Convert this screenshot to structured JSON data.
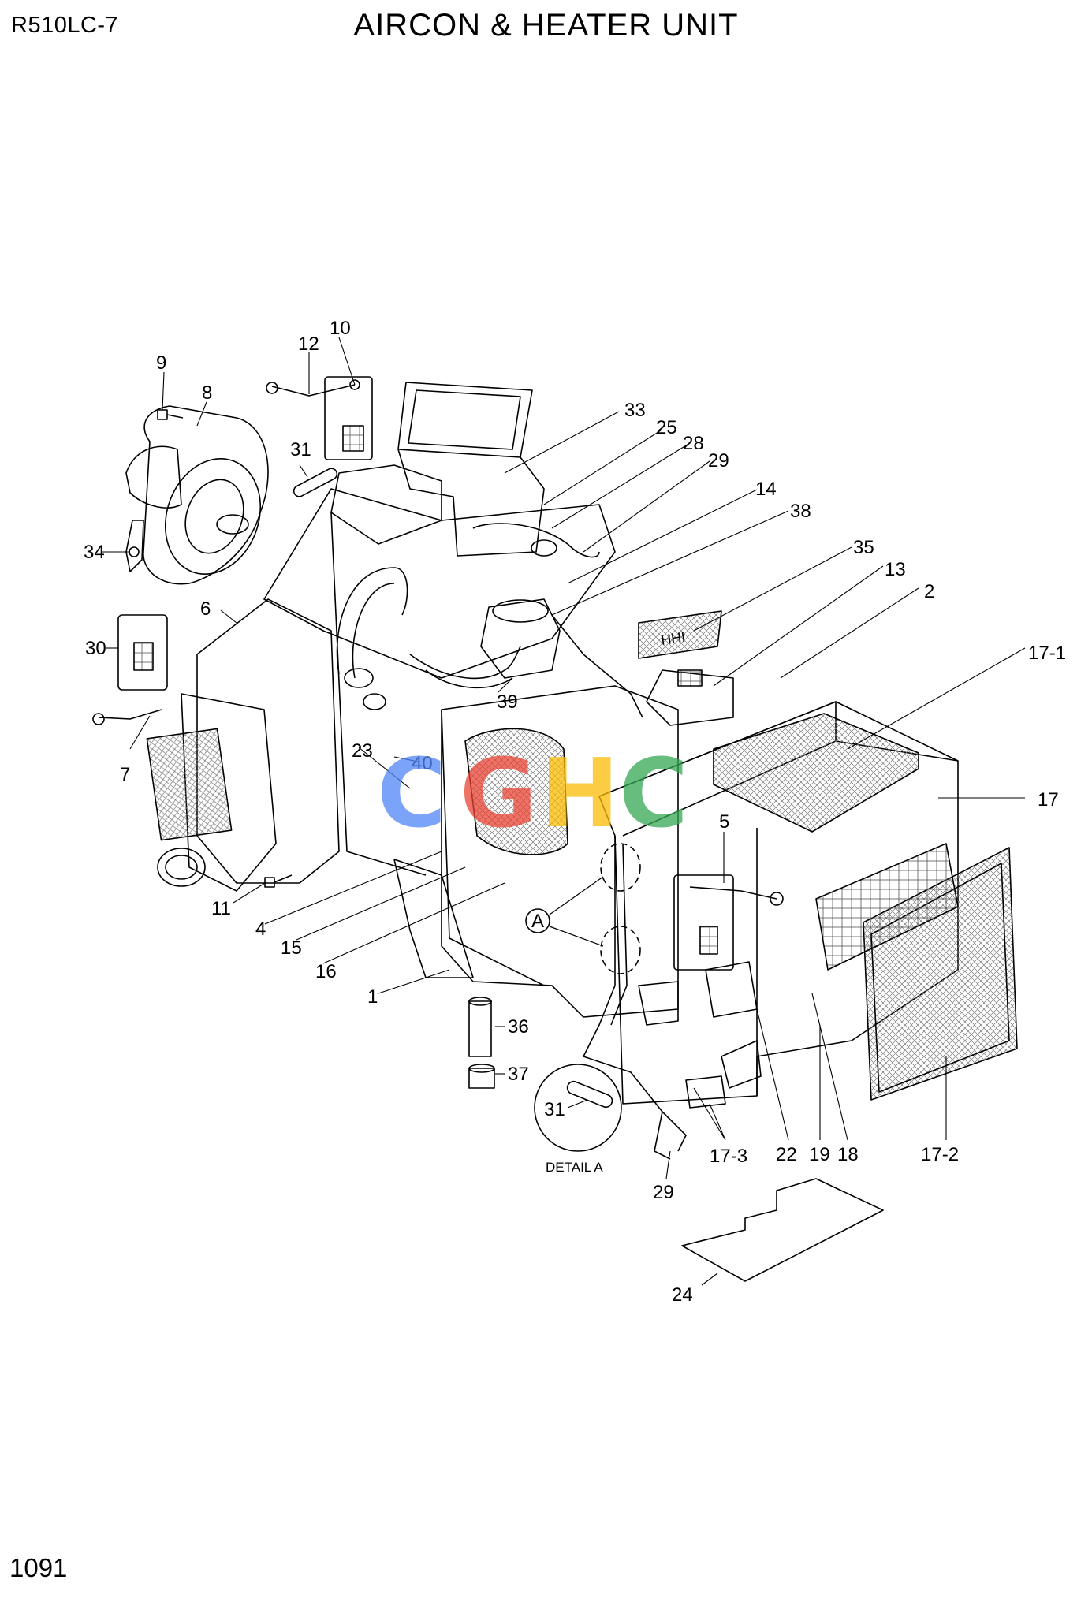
{
  "header": {
    "model": "R510LC-7",
    "title": "AIRCON & HEATER UNIT"
  },
  "footer": {
    "page_number": "1091"
  },
  "detail": {
    "marker": "A",
    "label": "DETAIL A",
    "part": "31"
  },
  "watermark": {
    "letters": [
      "C",
      "G",
      "H",
      "C"
    ],
    "colors": [
      "#4f86f7",
      "#ea4335",
      "#fbbc05",
      "#34a853"
    ]
  },
  "callouts": {
    "c10": "10",
    "c12": "12",
    "c9": "9",
    "c8": "8",
    "c31": "31",
    "c33": "33",
    "c25": "25",
    "c28": "28",
    "c29a": "29",
    "c14": "14",
    "c38": "38",
    "c35": "35",
    "c13": "13",
    "c2": "2",
    "c17_1": "17-1",
    "c34": "34",
    "c6": "6",
    "c30": "30",
    "c7": "7",
    "c39": "39",
    "c23": "23",
    "c40": "40",
    "c17": "17",
    "c5": "5",
    "c11": "11",
    "c4": "4",
    "c15": "15",
    "c16": "16",
    "c1": "1",
    "c36": "36",
    "c37": "37",
    "c22": "22",
    "c19": "19",
    "c18": "18",
    "c17_2": "17-2",
    "c17_3": "17-3",
    "c29b": "29",
    "c24": "24"
  },
  "part_labels": {
    "hhi_plate": "HHI"
  }
}
